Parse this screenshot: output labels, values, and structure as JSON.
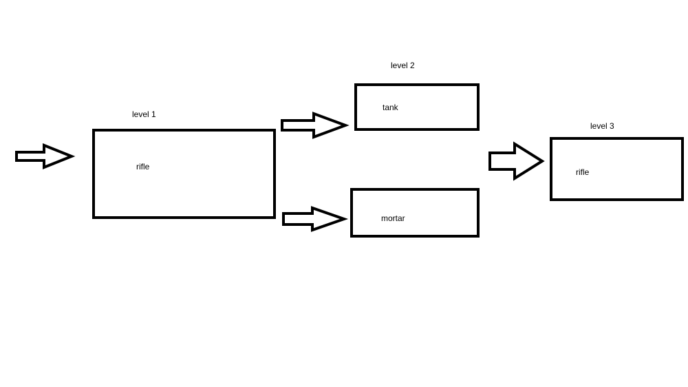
{
  "levels": [
    {
      "heading": "level 1",
      "nodes": [
        {
          "label": "rifle"
        }
      ]
    },
    {
      "heading": "level 2",
      "nodes": [
        {
          "label": "tank"
        },
        {
          "label": "mortar"
        }
      ]
    },
    {
      "heading": "level 3",
      "nodes": [
        {
          "label": "rifle"
        }
      ]
    }
  ],
  "colors": {
    "stroke": "#000000",
    "background": "#ffffff"
  }
}
